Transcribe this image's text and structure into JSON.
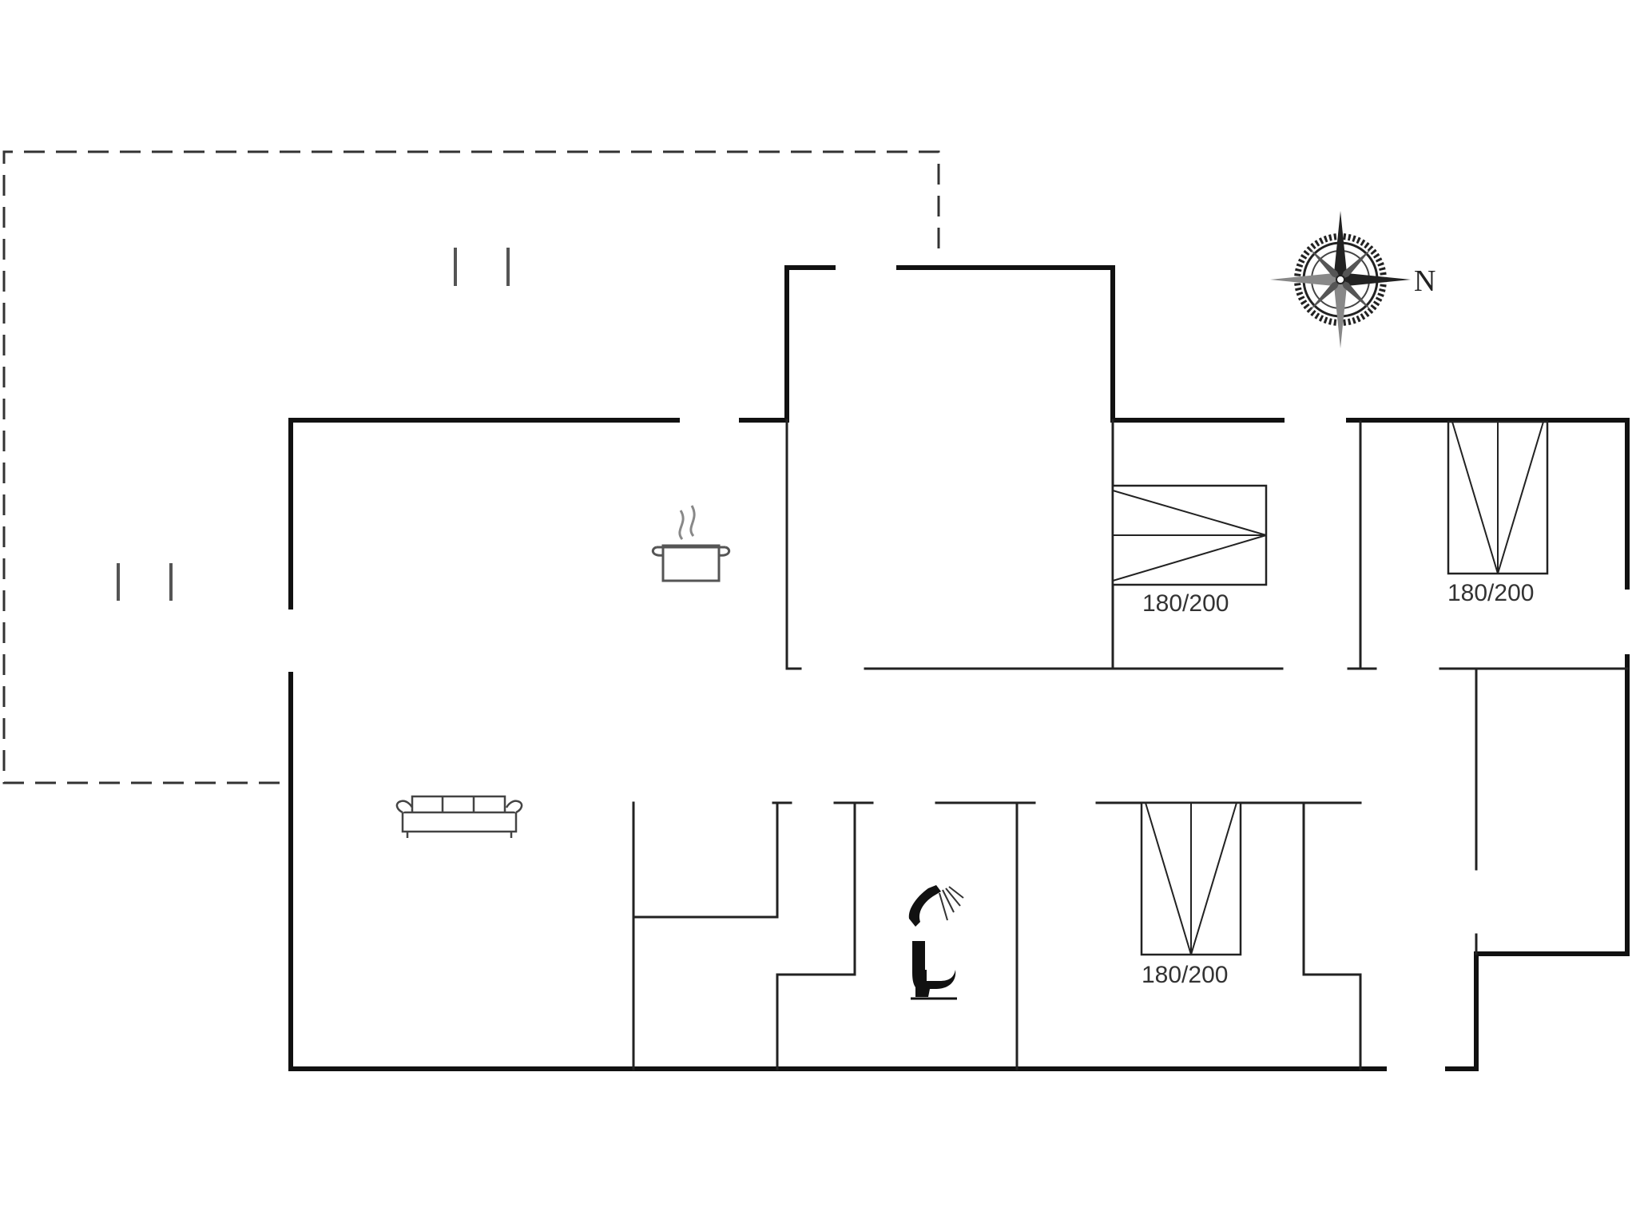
{
  "compass": {
    "north_label": "N",
    "icon": "compass-rose-icon"
  },
  "bedrooms": [
    {
      "bed_size": "180/200",
      "orientation": "horizontal"
    },
    {
      "bed_size": "180/200",
      "orientation": "vertical"
    },
    {
      "bed_size": "180/200",
      "orientation": "vertical"
    }
  ],
  "fixtures": {
    "kitchen": "cooking-pot-icon",
    "living": "sofa-icon",
    "bathroom_shower": "shower-icon",
    "bathroom_toilet": "toilet-icon"
  },
  "colors": {
    "wall": "#111111",
    "background": "#ffffff"
  }
}
